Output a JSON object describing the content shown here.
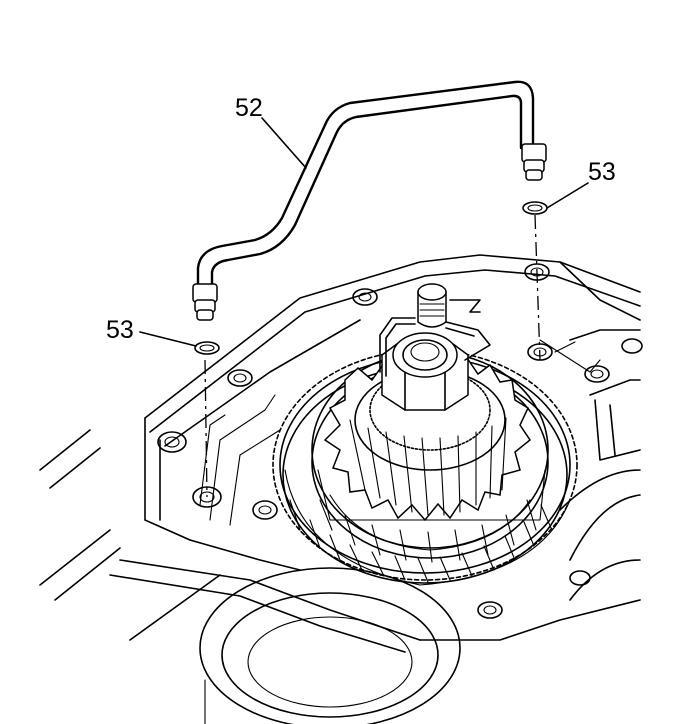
{
  "callouts": {
    "tube_label": "52",
    "ring_right_label": "53",
    "ring_left_label": "53"
  }
}
